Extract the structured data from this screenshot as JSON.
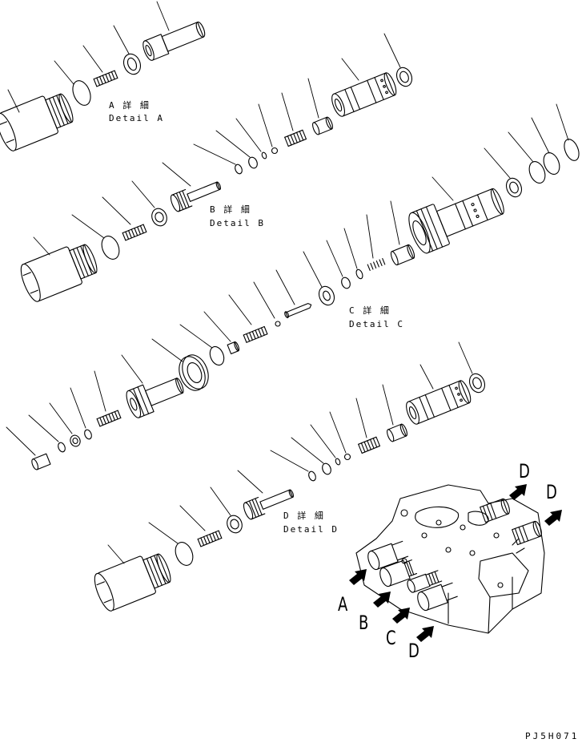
{
  "details": [
    {
      "id": "A",
      "kanji": "A 詳 細",
      "english": "Detail A"
    },
    {
      "id": "B",
      "kanji": "B 詳 細",
      "english": "Detail B"
    },
    {
      "id": "C",
      "kanji": "C 詳 細",
      "english": "Detail C"
    },
    {
      "id": "D",
      "kanji": "D 詳 細",
      "english": "Detail D"
    }
  ],
  "view_arrows": [
    "A",
    "B",
    "C",
    "D",
    "D",
    "D"
  ],
  "drawing_code": "PJ5H071",
  "colors": {
    "line": "#000000",
    "background": "#ffffff"
  }
}
